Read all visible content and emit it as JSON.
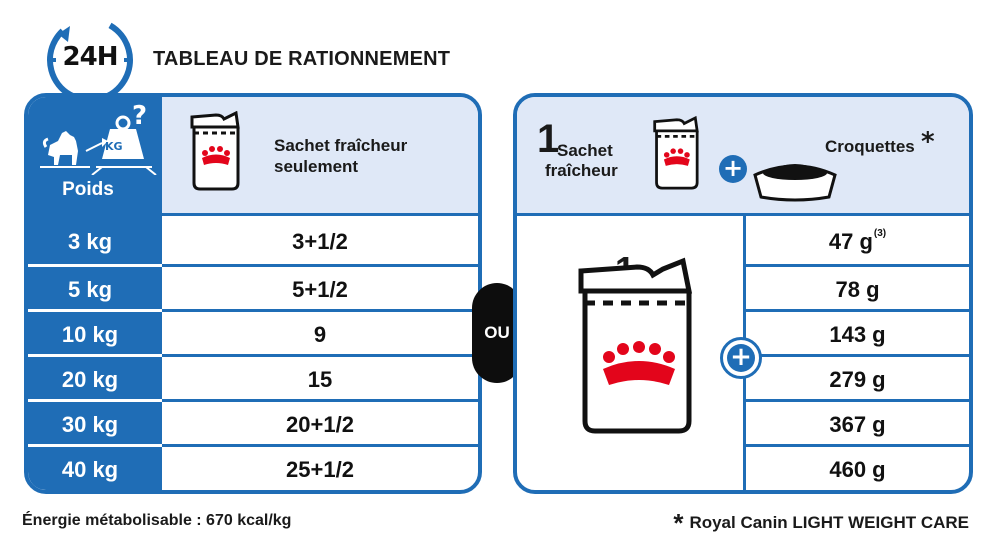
{
  "header": {
    "badge": "24H",
    "title": "TABLEAU DE RATIONNEMENT"
  },
  "left_table": {
    "weight_header": "Poids",
    "question_mark": "?",
    "kg_weight_label": "KG",
    "food_header_line1": "Sachet fraîcheur",
    "food_header_line2": "seulement",
    "rows": [
      {
        "weight": "3 kg",
        "value": "3+1/2"
      },
      {
        "weight": "5 kg",
        "value": "5+1/2"
      },
      {
        "weight": "10 kg",
        "value": "9"
      },
      {
        "weight": "20 kg",
        "value": "15"
      },
      {
        "weight": "30 kg",
        "value": "20+1/2"
      },
      {
        "weight": "40 kg",
        "value": "25+1/2"
      }
    ]
  },
  "separator": "OU",
  "right_table": {
    "pouch_count_header": "1",
    "pouch_label_line1": "Sachet",
    "pouch_label_line2": "fraîcheur",
    "plus_symbol": "+",
    "kibble_header": "Croquettes",
    "asterisk": "*",
    "pouch_count": "1",
    "kibble_rows": [
      {
        "value": "47 g",
        "note": "(3)"
      },
      {
        "value": "78 g"
      },
      {
        "value": "143 g"
      },
      {
        "value": "279 g"
      },
      {
        "value": "367 g"
      },
      {
        "value": "460 g"
      }
    ]
  },
  "footer": {
    "energy": "Énergie métabolisable : 670 kcal/kg",
    "asterisk": "*",
    "product_note": "Royal Canin LIGHT WEIGHT CARE"
  },
  "colors": {
    "primary_blue": "#1f6db6",
    "light_blue": "#dfe8f7",
    "brand_red": "#e3051b",
    "black": "#0d0d0d"
  },
  "icons": [
    "clock-24h-icon",
    "dog-weight-icon",
    "food-pouch-icon",
    "plus-icon",
    "food-bowl-icon",
    "royal-canin-crown-icon"
  ]
}
